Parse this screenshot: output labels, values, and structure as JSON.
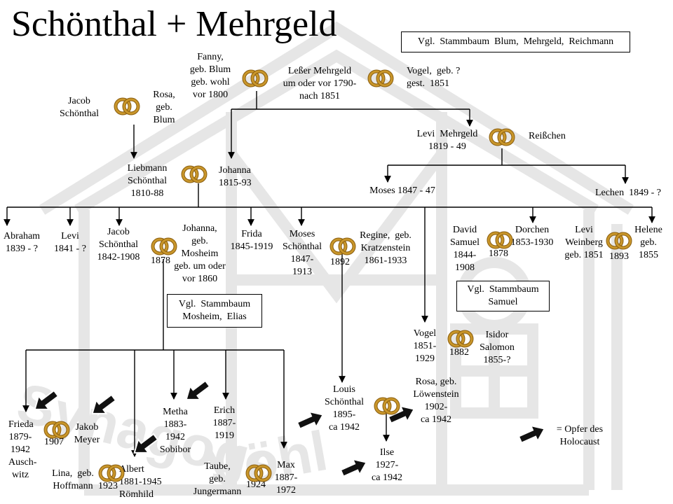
{
  "title": "Schönthal + Mehrgeld",
  "watermark": {
    "text_line1": "Synagoge",
    "text_line2": "Vöhl"
  },
  "notes": {
    "blum": "Vgl.  Stammbaum  Blum,  Mehrgeld,  Reichmann",
    "mosheim": "Vgl.  Stammbaum\nMosheim,  Elias",
    "samuel": "Vgl.  Stammbaum\nSamuel"
  },
  "legend": {
    "label": "= Opfer des\nHolocaust"
  },
  "persons": {
    "fanny": "Fanny,\ngeb. Blum\ngeb. wohl\nvor 1800",
    "lesser": "Leßer Mehrgeld\num oder vor 1790-\nnach 1851",
    "vogel_sen": "Vogel,  geb. ?\ngest.  1851",
    "jacob_sen": "Jacob\nSchönthal",
    "rosa_blum": "Rosa,\ngeb.\nBlum",
    "levi_m": "Levi  Mehrgeld\n1819 - 49",
    "reisschen": "Reißchen",
    "liebmann": "Liebmann\nSchönthal\n1810-88",
    "johanna_m": "Johanna\n1815-93",
    "moses_1847": "Moses 1847 - 47",
    "lechen": "Lechen  1849 - ?",
    "abraham": "Abraham\n1839 - ?",
    "levi_1841": "Levi\n1841 - ?",
    "jacob_jr": "Jacob\nSchönthal\n1842-1908",
    "johanna_mosheim": "Johanna,\ngeb.\nMosheim\ngeb. um oder\nvor 1860",
    "frida_1845": "Frida\n1845-1919",
    "moses_s": "Moses\nSchönthal\n1847-\n1913",
    "regine": "Regine,  geb.\nKratzenstein\n1861-1933",
    "david": "David\nSamuel\n1844-\n1908",
    "dorchen": "Dorchen\n1853-1930",
    "levi_weinberg": "Levi\nWeinberg\ngeb. 1851",
    "helene": "Helene\ngeb.\n1855",
    "vogel_jr": "Vogel\n1851-\n1929",
    "isidor": "Isidor\nSalomon\n1855-?",
    "frieda": "Frieda\n1879-\n1942\nAusch-\nwitz",
    "jakob_meyer": "Jakob\nMeyer",
    "lina": "Lina,  geb.\nHoffmann",
    "albert": "Albert\n1881-1945\nRömhild",
    "metha": "Metha\n1883-\n1942\nSobibor",
    "erich": "Erich\n1887-\n1919",
    "taube": "Taube,\ngeb.\nJungermann",
    "max": "Max\n1887-\n1972",
    "louis": "Louis\nSchönthal\n1895-\nca 1942",
    "rosa_loew": "Rosa, geb.\nLöwenstein\n1902-\nca 1942",
    "ilse": "Ilse\n1927-\nca 1942"
  },
  "years": {
    "y1878a": "1878",
    "y1892": "1892",
    "y1878b": "1878",
    "y1893": "1893",
    "y1882": "1882",
    "y1907": "1907",
    "y1923": "1923",
    "y1924": "1924"
  },
  "colors": {
    "ring_gold": "#c9962a",
    "ring_dark": "#8a5e10",
    "line": "#000000",
    "watermark": "#e6e6e6"
  }
}
